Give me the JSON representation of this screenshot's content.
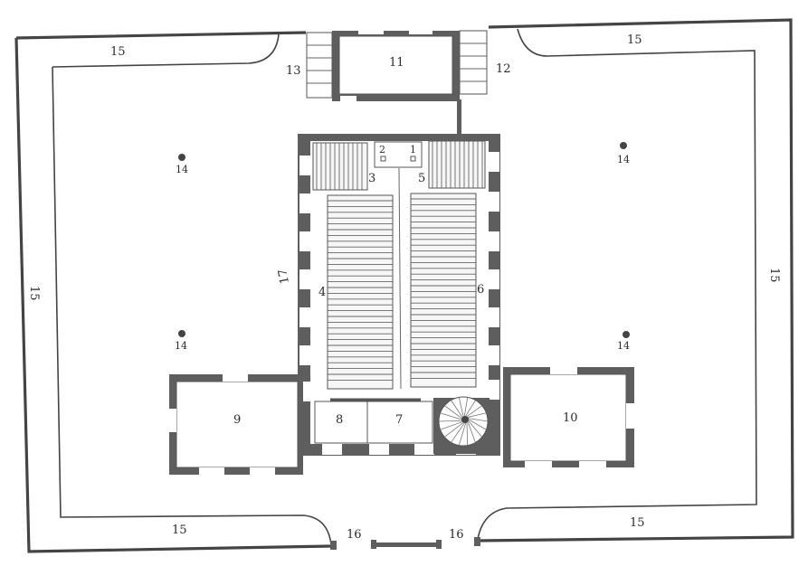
{
  "diagram": {
    "labels": {
      "l1": "1",
      "l2": "2",
      "l3": "3",
      "l4": "4",
      "l5": "5",
      "l6": "6",
      "l7": "7",
      "l8": "8",
      "l9": "9",
      "l10": "10",
      "l11": "11",
      "l12": "12",
      "l13": "13",
      "l14a": "14",
      "l14b": "14",
      "l14c": "14",
      "l14d": "14",
      "l15_top_left": "15",
      "l15_top_right": "15",
      "l15_left": "15",
      "l15_right": "15",
      "l15_bottom_left": "15",
      "l15_bottom_right": "15",
      "l16_left": "16",
      "l16_right": "16",
      "l17": "17"
    },
    "colors": {
      "wall": "#5e5e5e",
      "line": "#444444",
      "paper": "#ffffff"
    }
  }
}
